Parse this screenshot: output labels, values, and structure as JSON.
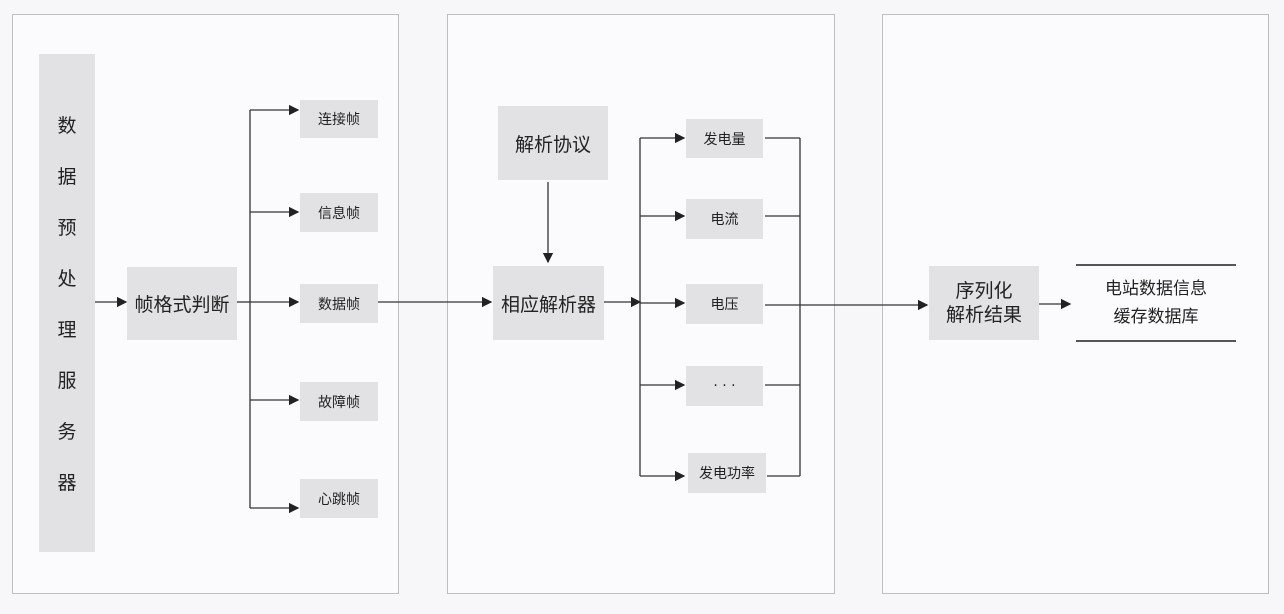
{
  "preprocess_server": [
    "数",
    "据",
    "预",
    "处",
    "理",
    "服",
    "务",
    "器"
  ],
  "frame_judge": "帧格式判断",
  "frame_types": [
    "连接帧",
    "信息帧",
    "数据帧",
    "故障帧",
    "心跳帧"
  ],
  "protocol": "解析协议",
  "parser": "相应解析器",
  "fields": [
    "发电量",
    "电流",
    "电压",
    "· · ·",
    "发电功率"
  ],
  "serialize": [
    "序列化",
    "解析结果"
  ],
  "database": [
    "电站数据信息",
    "缓存数据库"
  ]
}
